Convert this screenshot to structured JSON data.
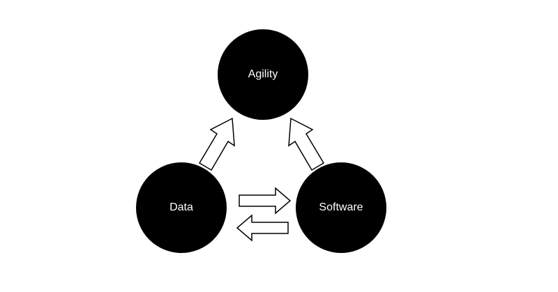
{
  "diagram": {
    "nodes": {
      "agility": {
        "label": "Agility"
      },
      "data": {
        "label": "Data"
      },
      "software": {
        "label": "Software"
      }
    },
    "colors": {
      "node_fill": "#000000",
      "node_text": "#ffffff",
      "arrow_fill": "#ffffff",
      "arrow_stroke": "#000000"
    }
  }
}
